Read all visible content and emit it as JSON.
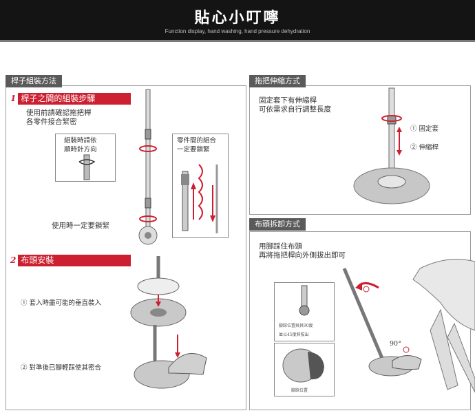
{
  "banner": {
    "title": "貼心小叮嚀",
    "subtitle": "Function display, hand washing, hand pressure dehydration"
  },
  "assembly": {
    "header": "桿子組裝方法",
    "step1": {
      "num": "1",
      "title": "桿子之間的組裝步驟",
      "intro": "使用前請確認拖把桿\n各零件接合緊密",
      "clockwise_note": "組裝時請依\n順時針方向",
      "joint_note": "零件間的組合\n一定要鎖緊",
      "lock_note": "使用時一定要鎖緊"
    },
    "step2": {
      "num": "2",
      "title": "布頭安裝",
      "note1": "① 套入時盡可能的垂直裝入",
      "note2": "② 對準後已腳輕踩使其密合"
    }
  },
  "telescopic": {
    "header": "拖把伸縮方式",
    "desc": "固定套下有伸縮桿\n可依需求自行調整長度",
    "label1": "① 固定套",
    "label2": "② 伸縮桿"
  },
  "removal": {
    "header": "布頭拆卸方式",
    "desc": "用腳踩住布頭\n再將拖把桿向外側拔出即可",
    "angle": "90°",
    "detail_text": "腳踩位置與其90度\n並以45度斜拔出",
    "foot_label": "腳踩位置"
  },
  "colors": {
    "accent": "#cc1f2f",
    "header_bg": "#5a5a5a",
    "banner_bg": "#141414"
  }
}
